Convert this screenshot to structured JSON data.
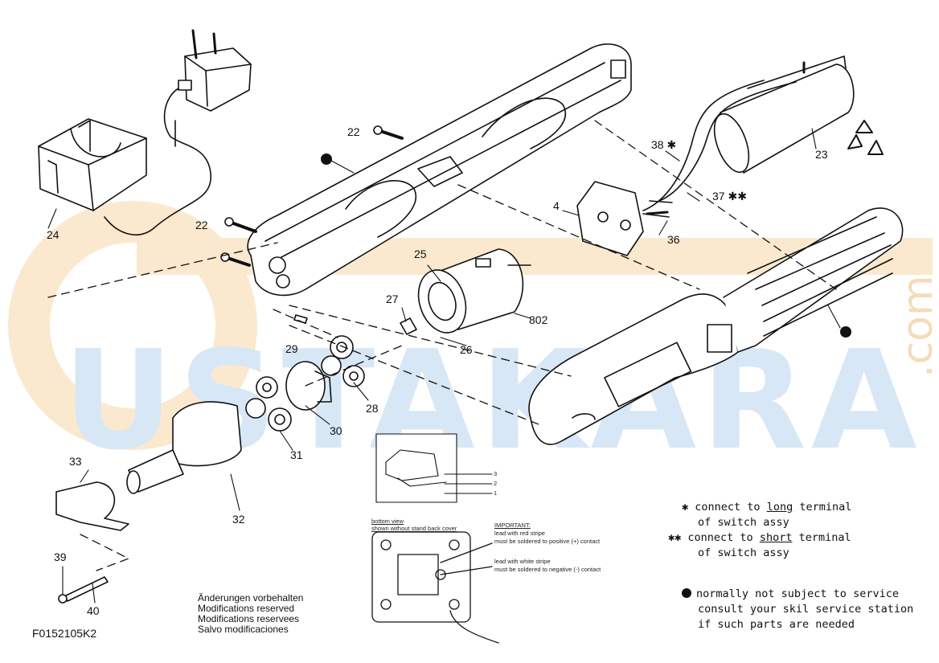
{
  "watermark": {
    "text": "USTAKARA",
    "suffix": ".com"
  },
  "diagram": {
    "code": "F0152105K2",
    "parts": [
      {
        "id": "p22a",
        "label": "22"
      },
      {
        "id": "p22b",
        "label": "22"
      },
      {
        "id": "p24",
        "label": "24"
      },
      {
        "id": "p4",
        "label": "4"
      },
      {
        "id": "p25",
        "label": "25"
      },
      {
        "id": "p802",
        "label": "802"
      },
      {
        "id": "p27",
        "label": "27"
      },
      {
        "id": "p26",
        "label": "26"
      },
      {
        "id": "p29",
        "label": "29"
      },
      {
        "id": "p28",
        "label": "28"
      },
      {
        "id": "p30",
        "label": "30"
      },
      {
        "id": "p31",
        "label": "31"
      },
      {
        "id": "p32",
        "label": "32"
      },
      {
        "id": "p33",
        "label": "33"
      },
      {
        "id": "p39",
        "label": "39"
      },
      {
        "id": "p40",
        "label": "40"
      },
      {
        "id": "p38",
        "label": "38 ✱"
      },
      {
        "id": "p37",
        "label": "37 ✱✱"
      },
      {
        "id": "p36",
        "label": "36"
      },
      {
        "id": "p23",
        "label": "23"
      }
    ],
    "modifications": [
      "Änderungen vorbehalten",
      "Modifications reserved",
      "Modifications reservees",
      "Salvo modificaciones"
    ],
    "inset1": {
      "labels": [
        "3",
        "2",
        "1"
      ]
    },
    "inset2": {
      "title1": "bottom view",
      "title2": "shown without stand back cover",
      "important": "IMPORTANT:",
      "red1": "lead with red stripe",
      "red2": "must be soldered to positive (+) contact",
      "white1": "lead with white stripe",
      "white2": "must be soldered to negative (-) contact"
    },
    "legend": {
      "l1a": "connect to ",
      "l1u": "long",
      "l1b": " terminal",
      "l1c": "of switch assy",
      "l2a": "connect to ",
      "l2u": "short",
      "l2b": " terminal",
      "l2c": "of switch assy",
      "l3a": "normally not subject to service",
      "l3b": "consult your skil service station",
      "l3c": "if such parts are needed"
    }
  }
}
